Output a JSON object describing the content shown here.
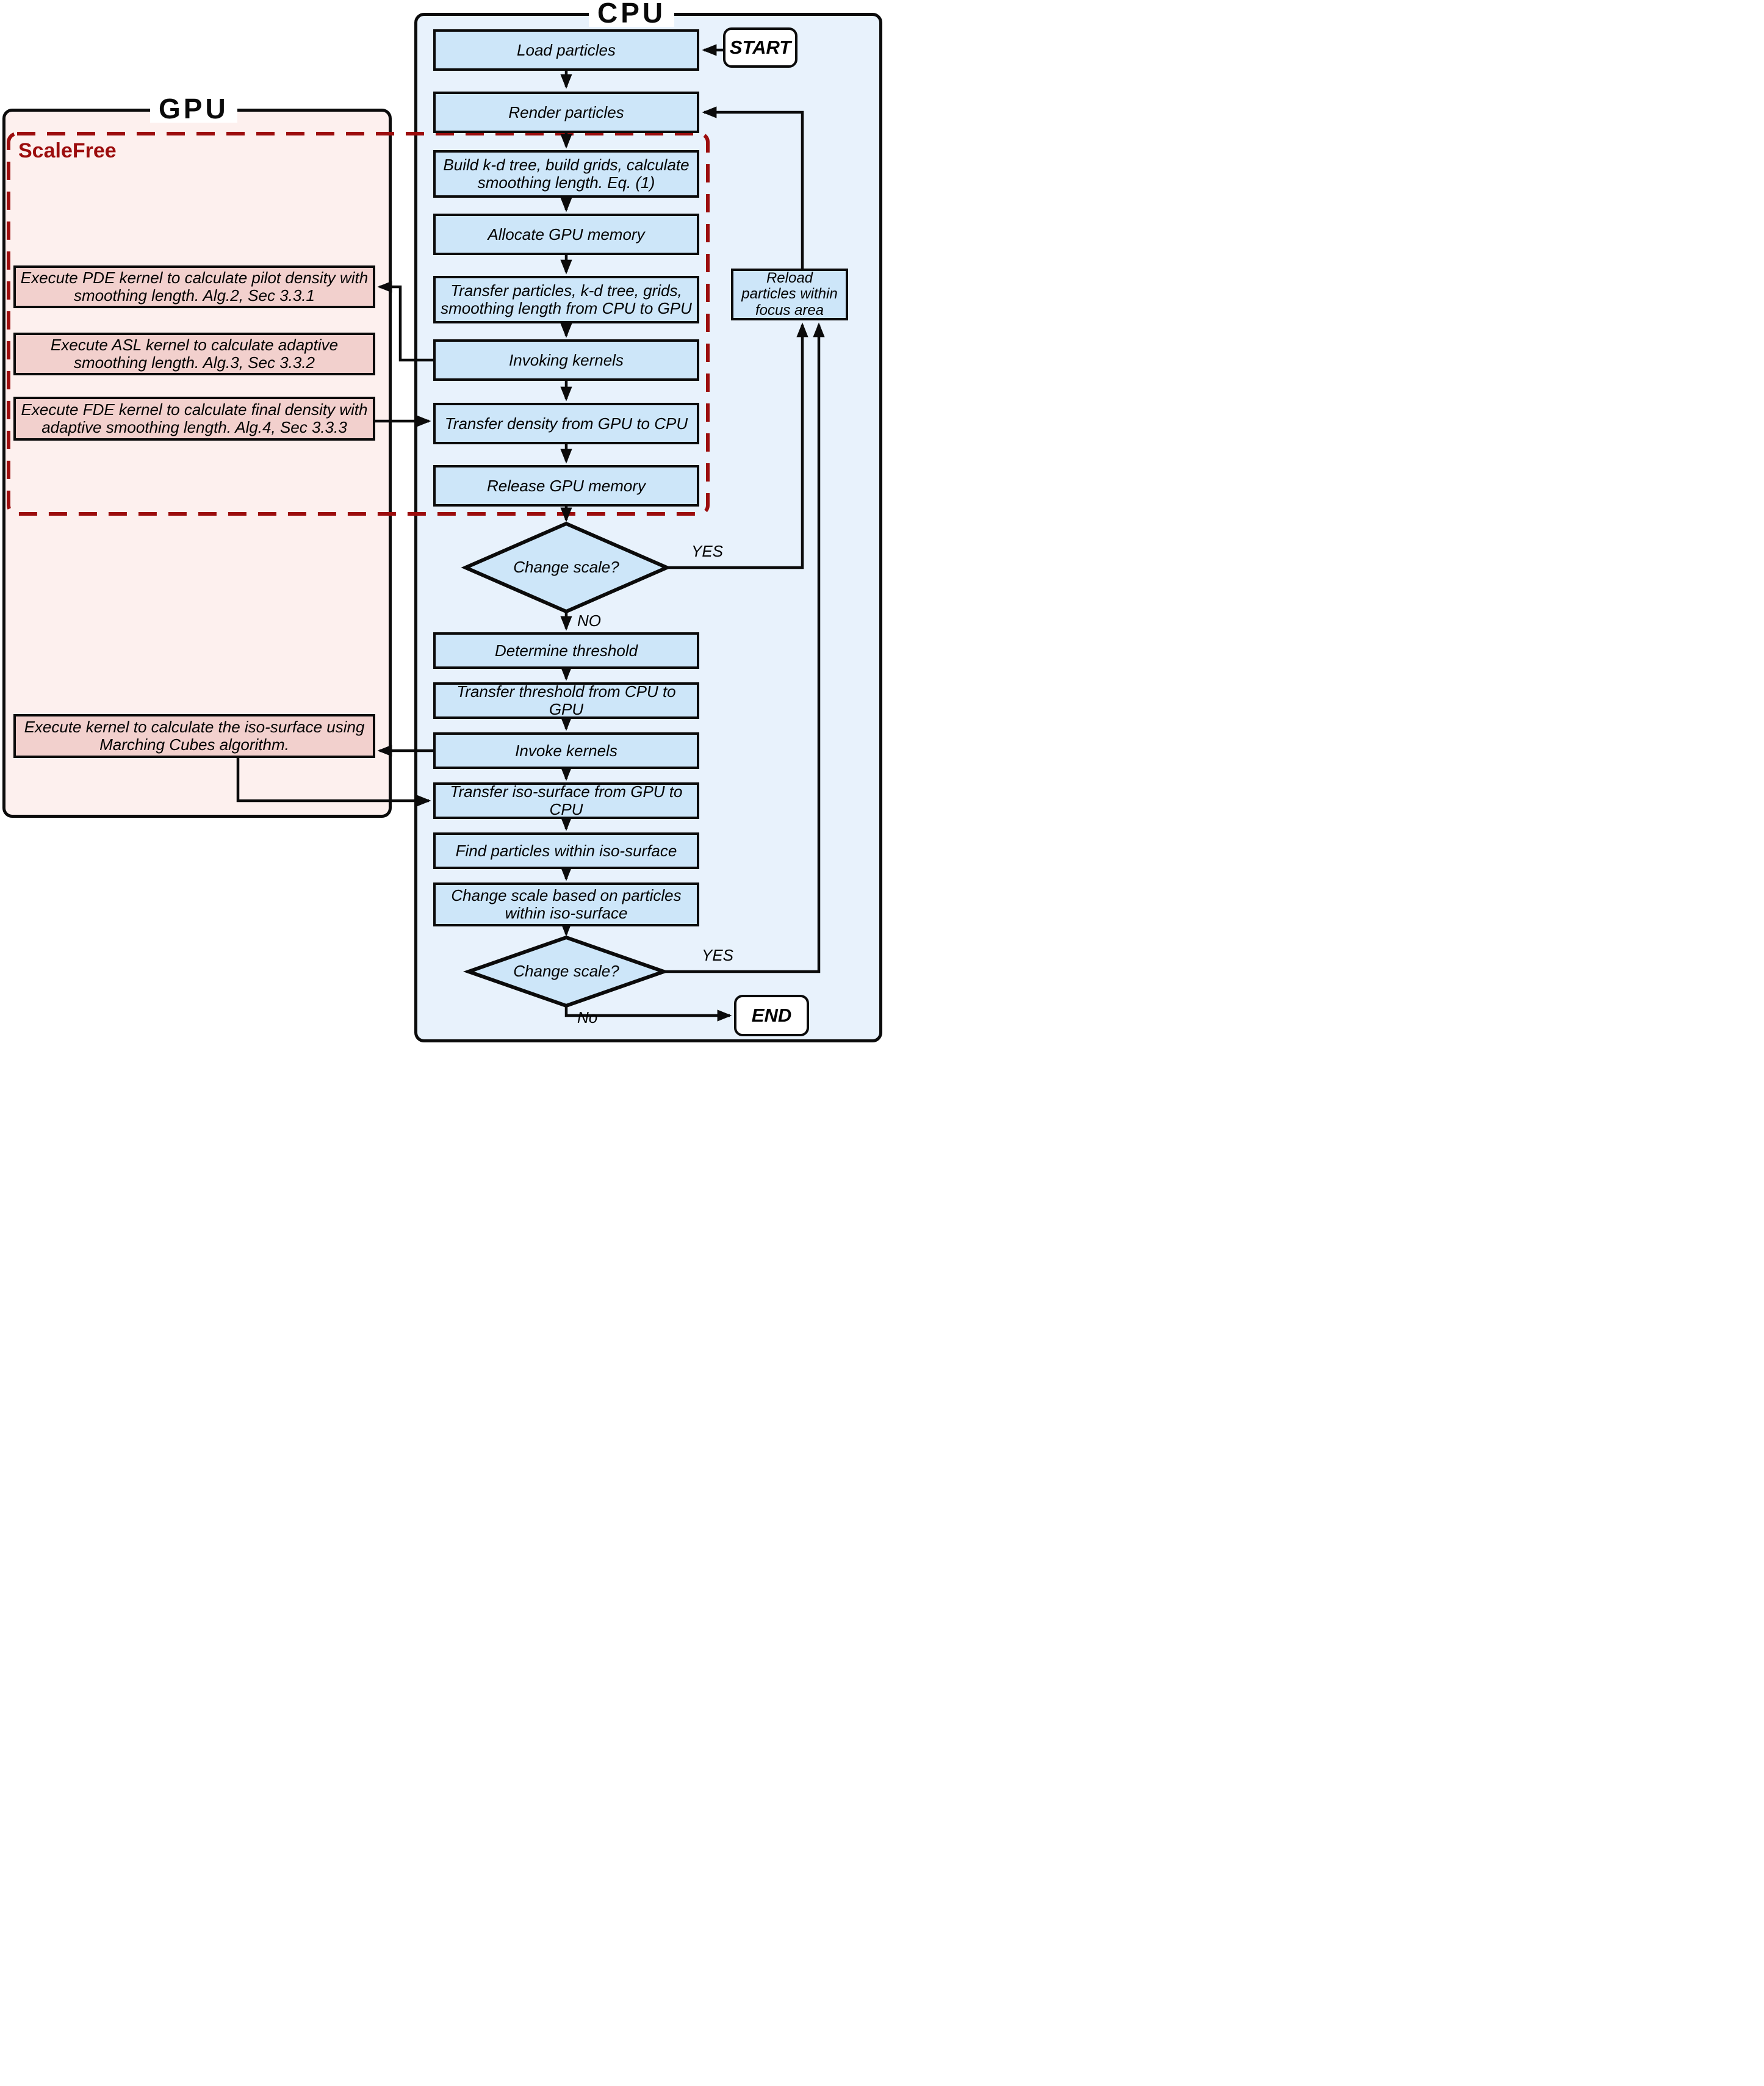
{
  "titles": {
    "cpu": "CPU",
    "gpu": "GPU",
    "scalefree": "ScaleFree"
  },
  "terminals": {
    "start": "START",
    "end": "END"
  },
  "cpu_boxes": [
    {
      "label": "Load particles"
    },
    {
      "label": "Render particles"
    },
    {
      "label": "Build k-d tree, build grids, calculate smoothing length. Eq. (1)"
    },
    {
      "label": "Allocate GPU memory"
    },
    {
      "label": "Transfer particles, k-d tree, grids, smoothing length from CPU to GPU"
    },
    {
      "label": "Invoking kernels"
    },
    {
      "label": "Transfer density from GPU to CPU"
    },
    {
      "label": "Release GPU memory"
    },
    {
      "label": "Determine threshold"
    },
    {
      "label": "Transfer threshold from CPU to GPU"
    },
    {
      "label": "Invoke kernels"
    },
    {
      "label": "Transfer iso-surface from GPU to CPU"
    },
    {
      "label": "Find particles within iso-surface"
    },
    {
      "label": "Change scale based on particles within iso-surface"
    }
  ],
  "gpu_boxes": [
    {
      "label": "Execute PDE kernel to calculate pilot density with smoothing length. Alg.2, Sec 3.3.1"
    },
    {
      "label": "Execute ASL kernel to calculate adaptive smoothing length. Alg.3, Sec 3.3.2"
    },
    {
      "label": "Execute FDE kernel to calculate final density with adaptive smoothing length. Alg.4, Sec 3.3.3"
    },
    {
      "label": "Execute kernel to calculate the iso-surface using Marching Cubes algorithm."
    }
  ],
  "decisions": [
    {
      "label": "Change scale?",
      "yes_label": "YES",
      "no_label": "NO"
    },
    {
      "label": "Change scale?",
      "yes_label": "YES",
      "no_label": "No"
    }
  ],
  "side_box": {
    "label": "Reload particles within focus area"
  },
  "colors": {
    "cpu_panel": "#e8f2fc",
    "cpu_box": "#cde6f9",
    "gpu_panel": "#fdf0ee",
    "gpu_box": "#f2d0cd",
    "accent_red": "#9c0d0d",
    "line": "#0b0b0b",
    "terminal_fill": "#ffffff"
  }
}
